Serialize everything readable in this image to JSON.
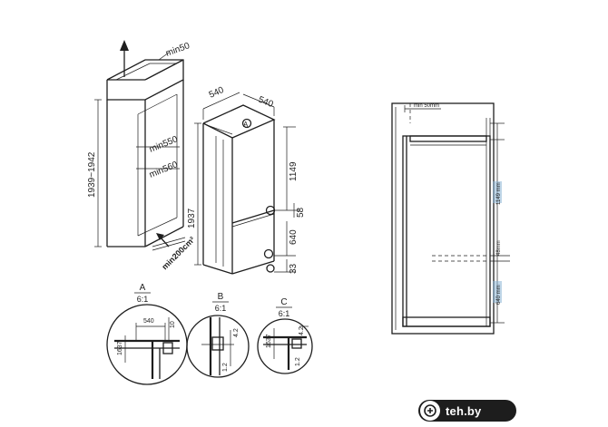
{
  "colors": {
    "line": "#1e1e1e",
    "accent": "#8ab4d6",
    "watermark_bg": "#1d1d1d"
  },
  "niche": {
    "min50": "min50",
    "height_range": "1939~1942",
    "min550": "min550",
    "min560": "min560",
    "min200": "min200cm²"
  },
  "unit": {
    "width": "540",
    "depth": "540",
    "callout": "A",
    "height": "1937",
    "upper": "1149",
    "mid": "58",
    "lower": "640",
    "bottom": "33"
  },
  "details": {
    "a": {
      "label": "A",
      "scale": "6:1",
      "d1": "540",
      "d2": "1637",
      "d3": "10"
    },
    "b": {
      "label": "B",
      "scale": "6:1",
      "d1": "4.2",
      "d2": "1.2"
    },
    "c": {
      "label": "C",
      "scale": "6:1",
      "d1": "1637",
      "d2": "4.2",
      "d3": "1.2"
    }
  },
  "side": {
    "top": "min 50mm",
    "dim1": "1149 mm",
    "dim2": "48mm",
    "dim3": "640 mm"
  },
  "watermark": {
    "text": "teh.by"
  }
}
